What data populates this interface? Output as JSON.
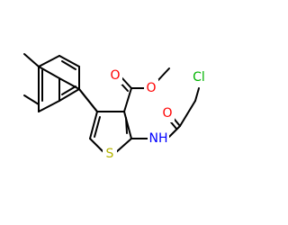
{
  "atoms": {
    "O_ester_carbonyl": {
      "text": "O",
      "color": "#ff0000"
    },
    "O_ester_single": {
      "text": "O",
      "color": "#ff0000"
    },
    "O_amide": {
      "text": "O",
      "color": "#ff0000"
    },
    "Cl": {
      "text": "Cl",
      "color": "#00b400"
    },
    "NH": {
      "text": "NH",
      "color": "#0000ff"
    },
    "S": {
      "text": "S",
      "color": "#b4b400"
    }
  },
  "bond_color": "#000000",
  "background": "#ffffff"
}
